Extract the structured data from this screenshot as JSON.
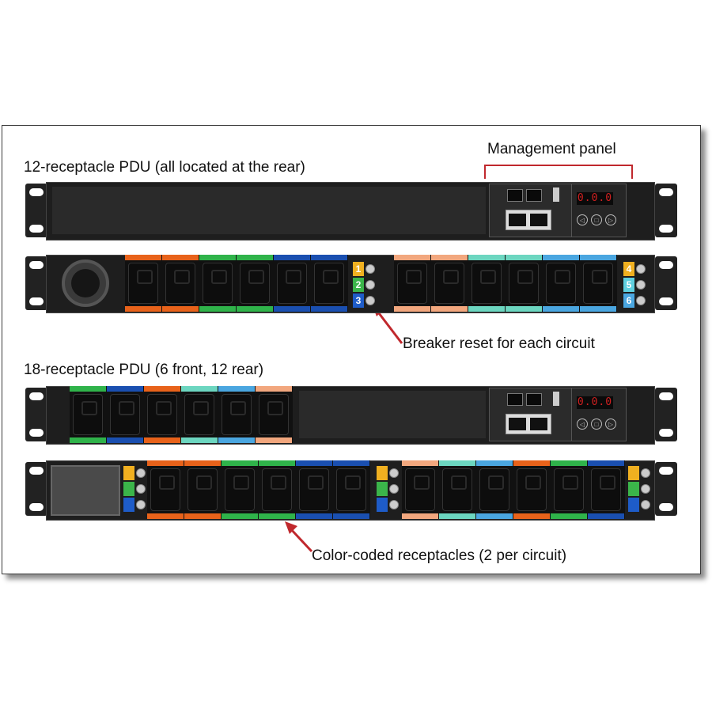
{
  "labels": {
    "management_panel": "Management panel",
    "pdu12_title": "12-receptacle PDU (all located at the rear)",
    "breaker_reset": "Breaker reset for each circuit",
    "pdu18_title": "18-receptacle PDU (6 front, 12 rear)",
    "color_coded": "Color-coded receptacles (2 per circuit)"
  },
  "display": {
    "reading": "0.0.0"
  },
  "breaker_numbers": {
    "left": [
      "1",
      "2",
      "3"
    ],
    "right": [
      "4",
      "5",
      "6"
    ]
  },
  "colors": {
    "circuit1": "#e8621a",
    "circuit2": "#2fb34a",
    "circuit3": "#1a4fb0",
    "circuit4": "#f5a623",
    "circuit5": "#6cd6c0",
    "circuit6": "#4aa6e0",
    "circuit_peach": "#f2a77e",
    "breaker_yellow": "#f0b020",
    "breaker_green": "#3bb54a",
    "breaker_blue": "#1e5cc8",
    "breaker_cyan": "#5fd0e0",
    "annotation_red": "#c0282d"
  }
}
